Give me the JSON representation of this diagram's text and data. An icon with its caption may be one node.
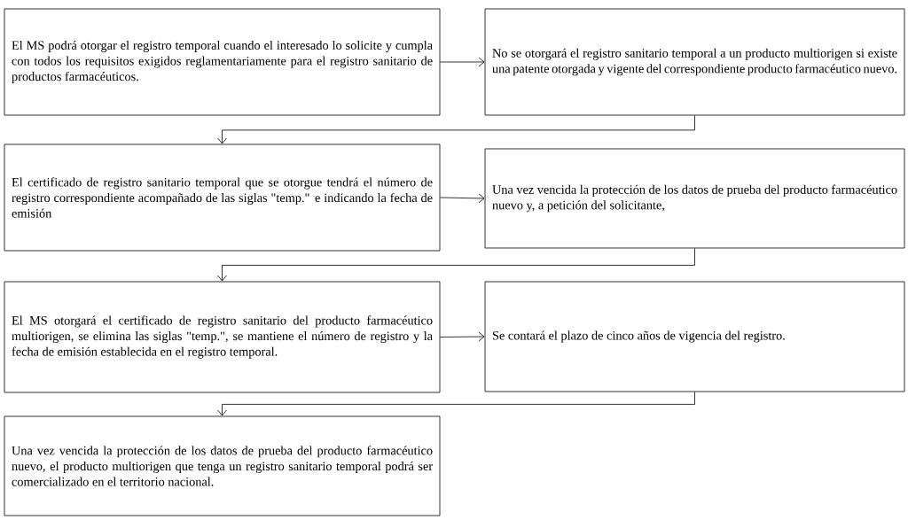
{
  "diagram": {
    "nodes": [
      {
        "text": [
          "El MS podrá otorgar el registro temporal cuando el interesado lo solicite y cumpla con todos los requisitos exigidos reglamentariamente para el registro sanitario de productos farmacéuticos."
        ]
      },
      {
        "text": [
          "No se otorgará el registro sanitario temporal a un producto multiorigen si existe una patente otorgada y vigente del correspondiente producto farmacéutico nuevo."
        ]
      },
      {
        "text": [
          "El certificado de registro sanitario temporal que se otorgue tendrá el número de registro correspondiente acompañado de las siglas \"temp.\" e indicando la fecha de emisión"
        ]
      },
      {
        "text": [
          "Una vez vencida la protección de los datos de prueba del producto farmacéutico nuevo y, a petición del solicitante,"
        ]
      },
      {
        "text": [
          "El MS otorgará el certificado de registro sanitario del producto farmacéutico multiorigen, se elimina las siglas \"temp.\",  se mantiene el número de registro y la fecha de emisión establecida en el registro temporal."
        ]
      },
      {
        "text": [
          "Se contará el plazo de cinco años de vigencia del registro."
        ]
      },
      {
        "text": [
          "Una vez vencida la protección de los datos de prueba del producto farmacéutico nuevo, el producto multiorigen que tenga un registro sanitario temporal podrá ser comercializado en el territorio nacional."
        ]
      }
    ],
    "edges": [
      {
        "from": 0,
        "to": 1,
        "arrow": "to"
      },
      {
        "from": 1,
        "to": 2,
        "arrow": "to"
      },
      {
        "from": 2,
        "to": 3,
        "arrow": "to"
      },
      {
        "from": 3,
        "to": 4,
        "arrow": "to"
      },
      {
        "from": 4,
        "to": 5,
        "arrow": "to"
      },
      {
        "from": 5,
        "to": 6,
        "arrow": "to"
      }
    ]
  }
}
